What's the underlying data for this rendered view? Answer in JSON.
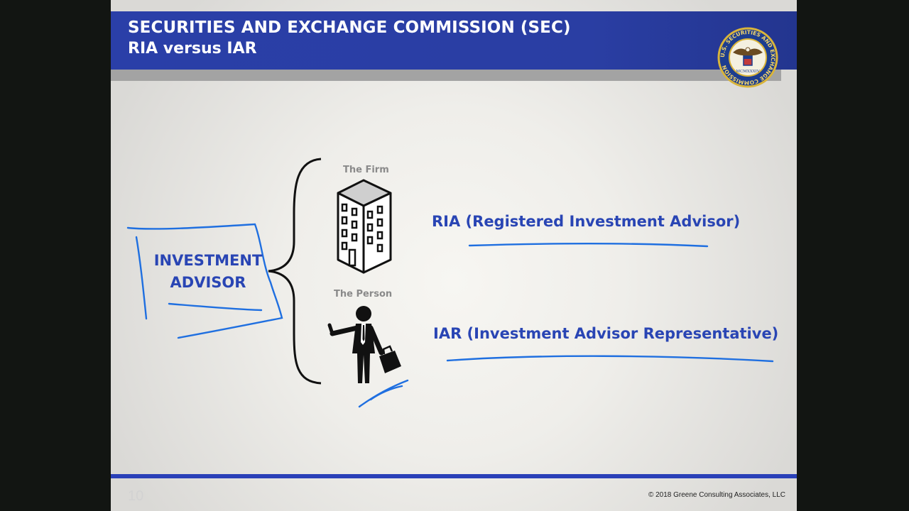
{
  "header": {
    "title": "SECURITIES AND EXCHANGE COMMISSION (SEC)",
    "subtitle": "RIA versus IAR",
    "seal_ring_text": "U.S. SECURITIES AND EXCHANGE COMMISSION",
    "seal_year": "MCMXXXIV"
  },
  "diagram": {
    "main_label": "INVESTMENT ADVISOR",
    "firm_label": "The Firm",
    "person_label": "The Person",
    "ria_text": "RIA (Registered Investment Advisor)",
    "iar_text": "IAR (Investment Advisor Representative)"
  },
  "footer": {
    "page_number": "10",
    "copyright": "© 2018 Greene Consulting Associates, LLC"
  },
  "colors": {
    "header_blue": "#2a3fa8",
    "text_blue": "#2945b4",
    "annotation_blue": "#1f6fe0",
    "footer_blue": "#2a40b8"
  },
  "icons": [
    "sec-seal-icon",
    "building-icon",
    "businessman-icon"
  ]
}
